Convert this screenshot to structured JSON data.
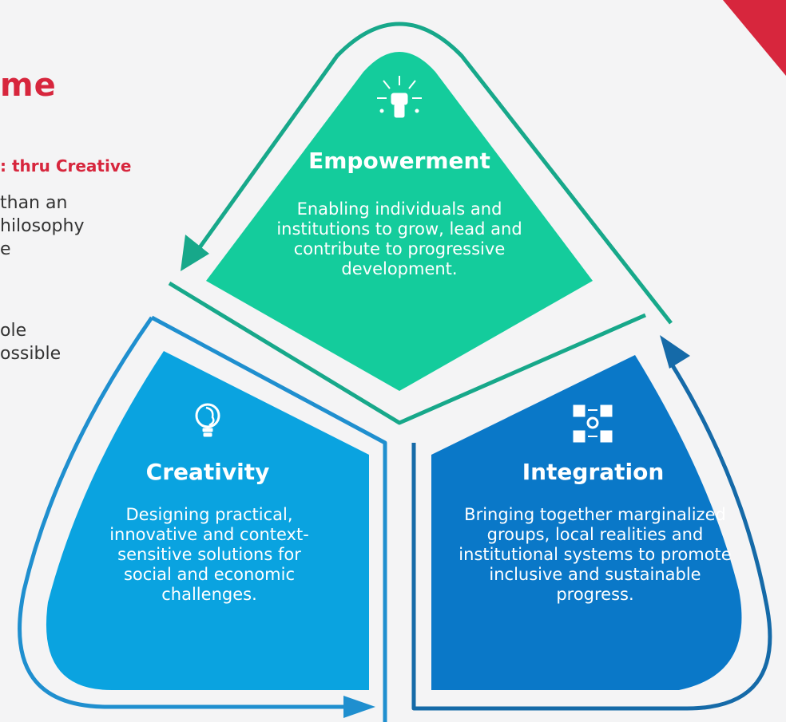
{
  "left_panel": {
    "heading_fragment": "me",
    "subheading_fragment": ": thru Creative",
    "paragraph_lines": [
      "than an",
      "hilosophy",
      "e",
      "",
      "ole",
      "ossible"
    ]
  },
  "pillars": [
    {
      "id": "empowerment",
      "title": "Empowerment",
      "description": "Enabling individuals and institutions to grow, lead and contribute to progressive development.",
      "fill": "#14cc9c",
      "icon": "raised-fist-icon"
    },
    {
      "id": "creativity",
      "title": "Creativity",
      "description": "Designing practical, innovative and context-sensitive solutions for social and economic challenges.",
      "fill": "#0aa3e0",
      "icon": "lightbulb-brain-icon"
    },
    {
      "id": "integration",
      "title": "Integration",
      "description": "Bringing together marginalized groups, local realities and institutional systems to promote inclusive and sustainable progress.",
      "fill": "#0a78c8",
      "icon": "puzzle-gear-icon"
    }
  ],
  "colors": {
    "background": "#f4f4f5",
    "accent_red": "#d7263d",
    "outline_teal": "#17a88a",
    "outline_blue_light": "#1f8fcf",
    "outline_blue_dark": "#156aa8"
  }
}
